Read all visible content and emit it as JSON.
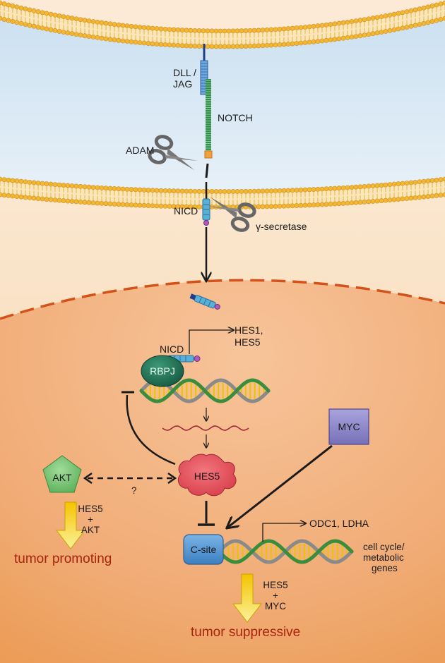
{
  "labels": {
    "dll_jag_line1": "DLL /",
    "dll_jag_line2": "JAG",
    "notch": "NOTCH",
    "adam": "ADAM",
    "nicd_membrane": "NICD",
    "gamma_secretase": "γ-secretase",
    "nicd_nucleus": "NICD",
    "hes1": "HES1,",
    "hes5_target": "HES5",
    "rbpj": "RBPJ",
    "myc": "MYC",
    "hes5_node": "HES5",
    "akt": "AKT",
    "question": "?",
    "hes5_akt_line1": "HES5",
    "hes5_akt_line2": "+",
    "hes5_akt_line3": "AKT",
    "tumor_promoting": "tumor promoting",
    "c_site": "C-site",
    "odc1_ldha": "ODC1, LDHA",
    "cell_cycle_line1": "cell cycle/",
    "cell_cycle_line2": "metabolic",
    "cell_cycle_line3": "genes",
    "hes5_myc_line1": "HES5",
    "hes5_myc_line2": "+",
    "hes5_myc_line3": "MYC",
    "tumor_suppressive": "tumor suppressive"
  },
  "colors": {
    "extracellular": "#d4e6f2",
    "cytoplasm": "#fbe3c6",
    "nucleus": "#f0a86e",
    "membrane_head": "#f2b733",
    "rbpj": "#1f6e53",
    "hes5": "#e8525c",
    "akt": "#7fc77c",
    "myc": "#8c86c8",
    "c_site": "#4a90cf",
    "dna_green": "#3a8c3e",
    "dna_gray": "#8a8a8a",
    "yellow_arrow": "#f3dd1b",
    "tumor_text": "#a8240e"
  }
}
